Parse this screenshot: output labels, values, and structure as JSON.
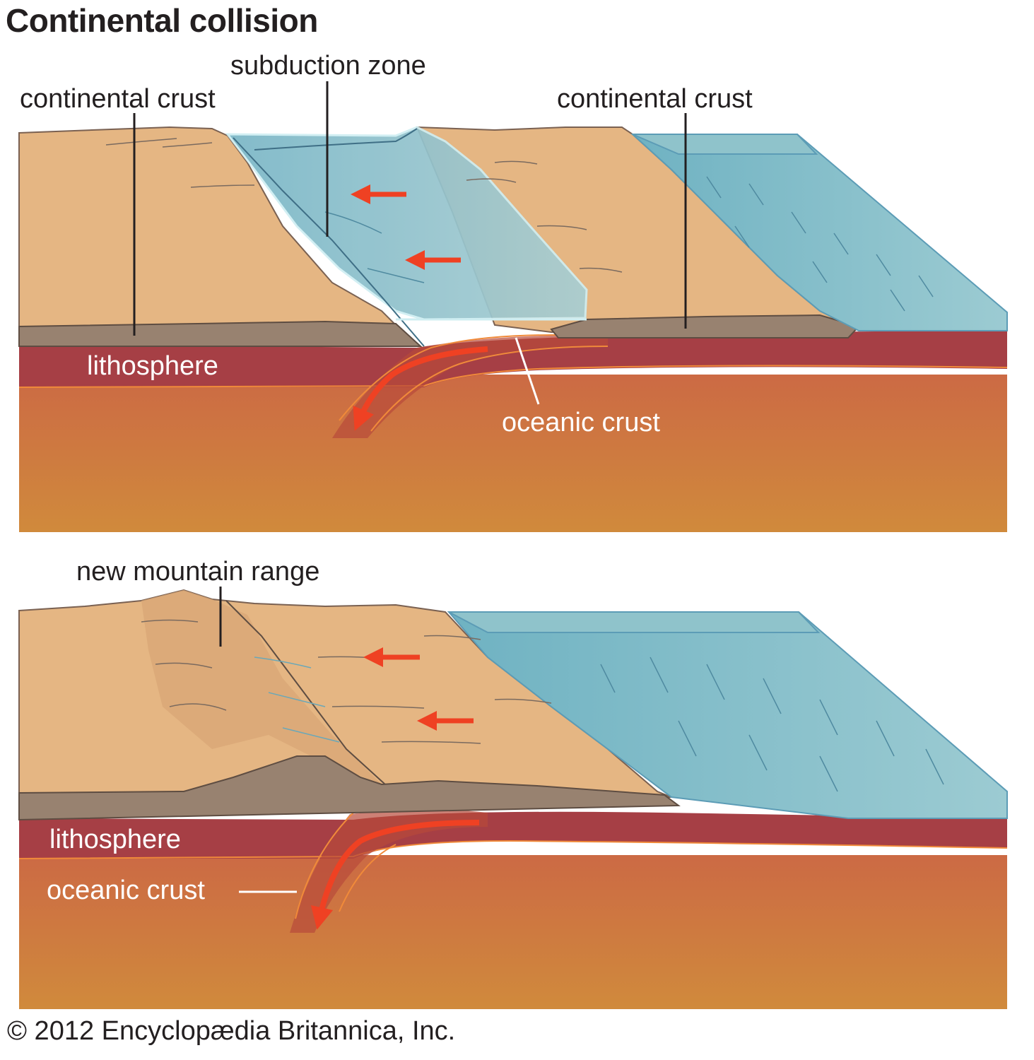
{
  "title": "Continental collision",
  "top_panel": {
    "labels": {
      "continental_crust_left": "continental crust",
      "subduction_zone": "subduction zone",
      "continental_crust_right": "continental crust",
      "lithosphere": "lithosphere",
      "oceanic_crust": "oceanic crust"
    }
  },
  "bottom_panel": {
    "labels": {
      "new_mountain_range": "new mountain range",
      "lithosphere": "lithosphere",
      "oceanic_crust": "oceanic crust"
    }
  },
  "colors": {
    "land": "#e5b683",
    "crust_brown": "#988270",
    "lithosphere": "#a63f45",
    "mantle": "#cf7a42",
    "water": "#8fc3cb",
    "arrow": "#ef4123",
    "text": "#231f20"
  },
  "copyright": "© 2012 Encyclopædia Britannica, Inc."
}
